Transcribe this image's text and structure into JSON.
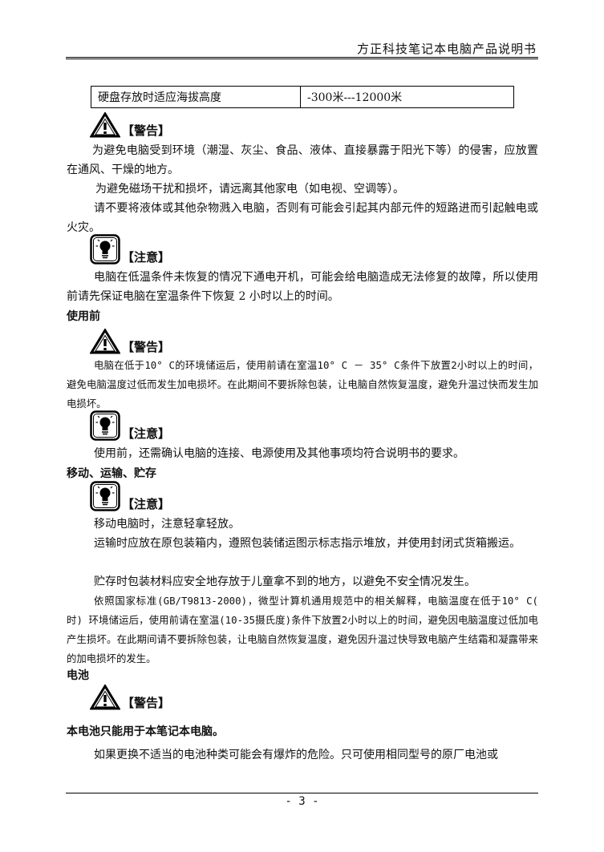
{
  "header": {
    "title": "方正科技笔记本电脑产品说明书"
  },
  "spec_table": {
    "label": "硬盘存放时适应海拔高度",
    "value": "-300米---12000米"
  },
  "notices": {
    "warning": "【警告】",
    "note": "【注意】"
  },
  "icons": {
    "warning": "warning-triangle-icon",
    "note": "lightbulb-icon"
  },
  "paragraphs": {
    "p1": "为避免电脑受到环境（潮湿、灰尘、食品、液体、直接暴露于阳光下等）的侵害，应放置在通风、干燥的地方。",
    "p2": "为避免磁场干扰和损坏，请远离其他家电（如电视、空调等）。",
    "p3": "请不要将液体或其他杂物溅入电脑，否则有可能会引起其内部元件的短路进而引起触电或火灾。",
    "p4": "电脑在低温条件未恢复的情况下通电开机，可能会给电脑造成无法修复的故障，所以使用前请先保证电脑在室温条件下恢复 2 小时以上的时间。",
    "p5": "电脑在低于10° C的环境储运后，使用前请在室温10° C － 35° C条件下放置2小时以上的时间，避免电脑温度过低而发生加电损坏。在此期间不要拆除包装，让电脑自然恢复温度，避免升温过快而发生加电损坏。",
    "p6": "使用前，还需确认电脑的连接、电源使用及其他事项均符合说明书的要求。",
    "p7": "移动电脑时，注意轻拿轻放。",
    "p8": "运输时应放在原包装箱内，遵照包装储运图示标志指示堆放，并使用封闭式货箱搬运。",
    "p9": "贮存时包装材料应安全地存放于儿童拿不到的地方，以避免不安全情况发生。",
    "p10": "依照国家标准(GB/T9813-2000)，微型计算机通用规范中的相关解释，电脑温度在低于10° C( 时) 环境储运后，使用前请在室温(10-35摄氏度)条件下放置2小时以上的时间，避免因电脑温度过低加电产生损坏。在此期间请不要拆除包装，让电脑自然恢复温度，避免因升温过快导致电脑产生结霜和凝露带来的加电损坏的发生。",
    "p11": "本电池只能用于本笔记本电脑。",
    "p12": "如果更换不适当的电池种类可能会有爆炸的危险。只可使用相同型号的原厂电池或"
  },
  "headings": {
    "before_use": "使用前",
    "move_transport_store": "移动、运输、贮存",
    "battery": "电池"
  },
  "footer": {
    "page": "- 3 -"
  }
}
